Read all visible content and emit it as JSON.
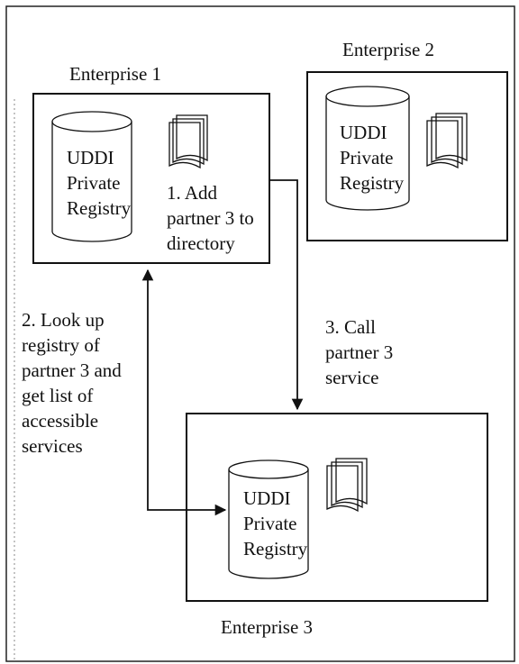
{
  "enterprise1": {
    "title": "Enterprise 1",
    "registry_lines": [
      "UDDI",
      "Private",
      "Registry"
    ],
    "step1_lines": [
      "1. Add",
      "partner 3 to",
      "directory"
    ]
  },
  "enterprise2": {
    "title": "Enterprise 2",
    "registry_lines": [
      "UDDI",
      "Private",
      "Registry"
    ]
  },
  "enterprise3": {
    "title": "Enterprise 3",
    "registry_lines": [
      "UDDI",
      "Private",
      "Registry"
    ]
  },
  "step2_lines": [
    "2. Look up",
    "registry of",
    "partner 3 and",
    "get list of",
    "accessible",
    "services"
  ],
  "step3_lines": [
    "3. Call",
    "partner 3",
    "service"
  ],
  "icons": {
    "database": "database-cylinder-icon",
    "documents": "document-stack-icon"
  }
}
